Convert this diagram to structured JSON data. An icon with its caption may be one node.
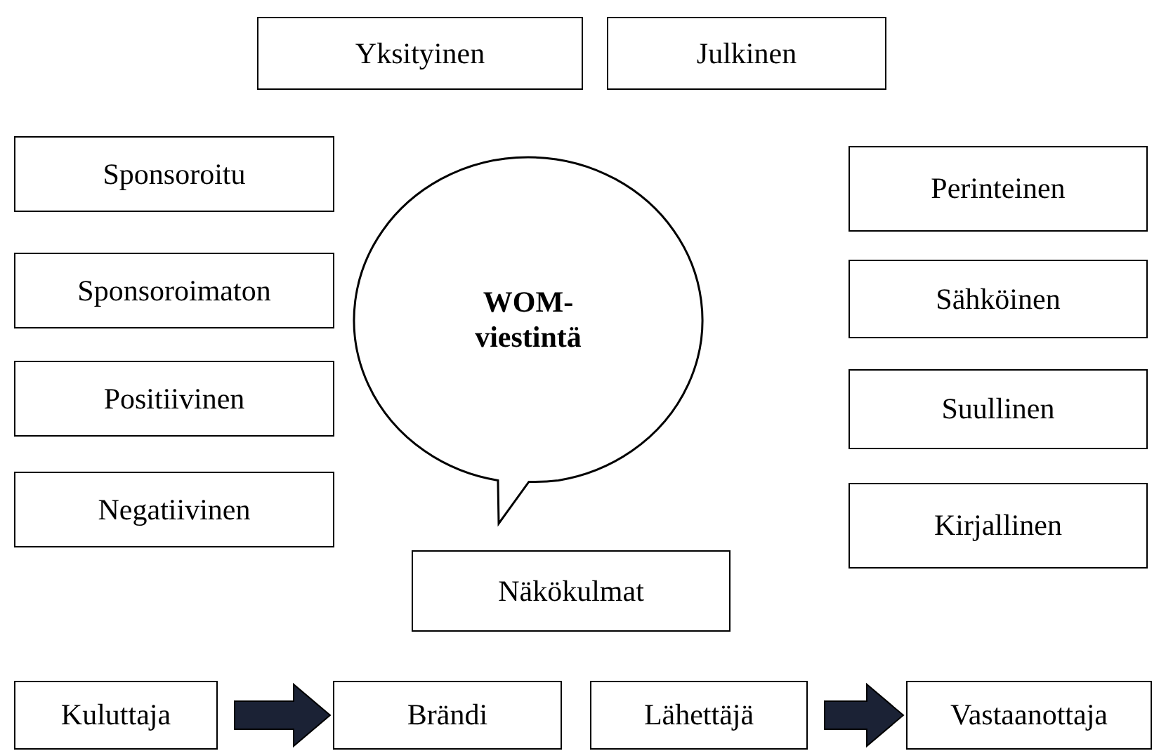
{
  "diagram": {
    "nodes": [
      {
        "text": [
          "Yksityinen"
        ]
      },
      {
        "text": [
          "Julkinen"
        ]
      },
      {
        "text": [
          "Sponsoroitu"
        ]
      },
      {
        "text": [
          "Perinteinen"
        ]
      },
      {
        "text": [
          "WOM- viestintä"
        ]
      },
      {
        "text": [
          "Sponsoroimaton"
        ]
      },
      {
        "text": [
          "Sähköinen"
        ]
      },
      {
        "text": [
          "Positiivinen"
        ]
      },
      {
        "text": [
          "Suullinen"
        ]
      },
      {
        "text": [
          "Negatiivinen"
        ]
      },
      {
        "text": [
          "Kirjallinen"
        ]
      },
      {
        "text": [
          "Näkökulmat"
        ]
      },
      {
        "text": [
          "Kuluttaja"
        ]
      },
      {
        "text": [
          "Brändi"
        ]
      },
      {
        "text": [
          "Lähettäjä"
        ]
      },
      {
        "text": [
          "Vastaanottaja"
        ]
      }
    ],
    "edges": [
      {
        "from": 12,
        "to": 13,
        "arrow": "to",
        "style": "thick"
      },
      {
        "from": 14,
        "to": 15,
        "arrow": "to",
        "style": "thick"
      }
    ]
  }
}
